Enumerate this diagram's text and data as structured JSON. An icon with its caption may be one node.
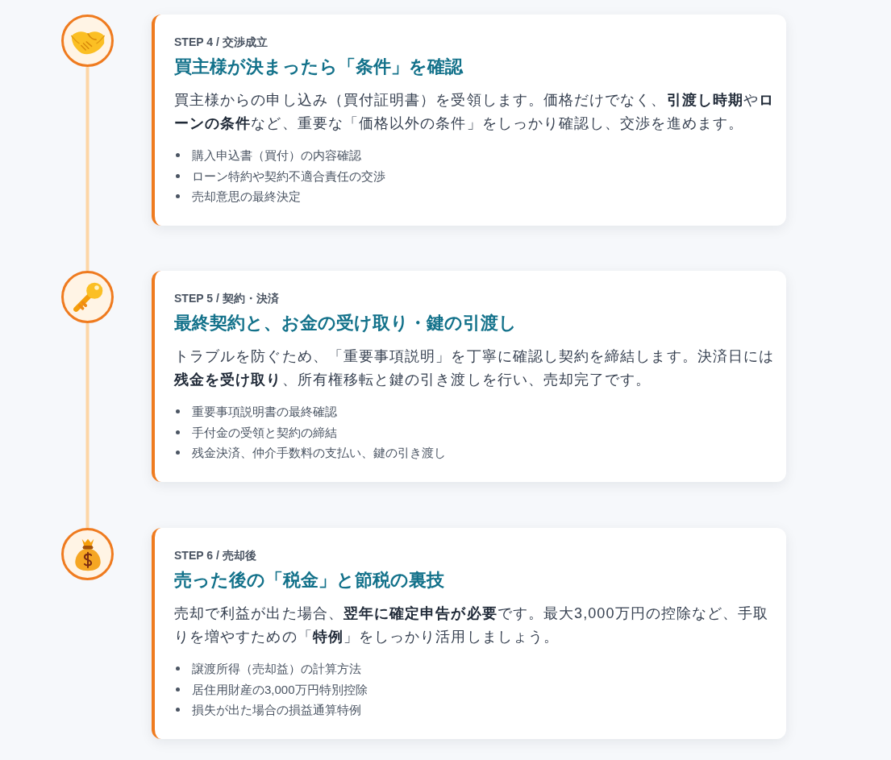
{
  "diagram": {
    "nodes": [
      {
        "text": [],
        "shape": "circle"
      },
      {
        "text": [
          "STEP 4 / 交渉成立",
          "買主様が決まったら「条件」を確認",
          "買主様からの申し込み（買付証明書）を受領します。価格だけでなく、**引渡し時期**や**ローンの条件**など、重要な「価格以外の条件」をしっかり確認し、交渉を進めます。",
          "購入申込書（買付）の内容確認",
          "ローン特約や契約不適合責任の交渉",
          "売却意思の最終決定"
        ]
      },
      {
        "text": [],
        "shape": "circle"
      },
      {
        "text": [
          "STEP 5 / 契約・決済",
          "最終契約と、お金の受け取り・鍵の引渡し",
          "トラブルを防ぐため、「重要事項説明」を丁寧に確認し契約を締結します。決済日には**残金を受け取り**、所有権移転と鍵の引き渡しを行い、売却完了です。",
          "重要事項説明書の最終確認",
          "手付金の受領と契約の締結",
          "残金決済、仲介手数料の支払い、鍵の引き渡し"
        ]
      },
      {
        "text": [],
        "shape": "circle"
      },
      {
        "text": [
          "STEP 6 / 売却後",
          "売った後の「税金」と節税の裏技",
          "売却で利益が出た場合、**翌年に確定申告が必要**です。最大3,000万円の控除など、手取りを増やすための「**特例**」をしっかり活用しましょう。",
          "譲渡所得（売却益）の計算方法",
          "居住用財産の3,000万円特別控除",
          "損失が出た場合の損益通算特例"
        ]
      }
    ],
    "edges": [
      {
        "from": 0,
        "to": 2,
        "arrow": "none"
      },
      {
        "from": 2,
        "to": 4,
        "arrow": "none"
      }
    ]
  }
}
